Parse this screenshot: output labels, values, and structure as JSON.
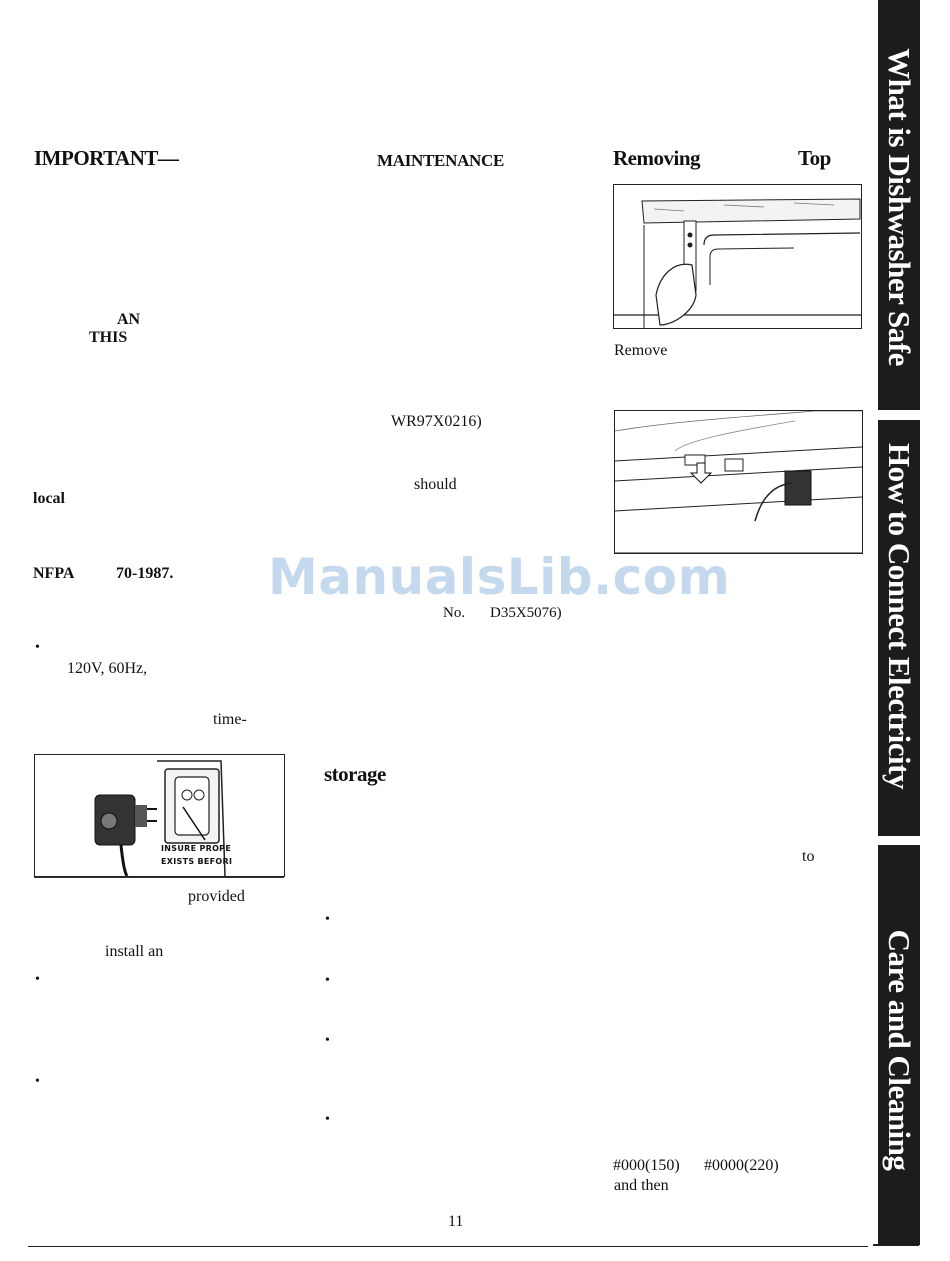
{
  "headings": {
    "important": "IMPORTANT—",
    "maintenance": "MAINTENANCE",
    "removing": "Removing",
    "top": "Top",
    "storage": "storage"
  },
  "fragments": {
    "an": "AN",
    "this": "THIS",
    "local": "local",
    "nfpa": "NFPA",
    "nfpa_code": "70-1987.",
    "voltage": "120V, 60Hz,",
    "time": "time-",
    "provided": "provided",
    "install_an": "install an",
    "part_wr": "WR97X0216)",
    "should": "should",
    "no": "No.",
    "part_d": "D35X5076)",
    "remove": "Remove",
    "to": "to",
    "grit1": "#000(150)",
    "grit2": "#0000(220)",
    "and_then": "and then"
  },
  "figure_labels": {
    "line1": "INSURE PROPE",
    "line2": "EXISTS BEFORI"
  },
  "bullets": {
    "symbol": "•"
  },
  "sidebar": {
    "tabs": [
      {
        "label": "What is Dishwasher Safe"
      },
      {
        "label": "How to Connect Electricity"
      },
      {
        "label": "Care and Cleaning"
      }
    ]
  },
  "page_number": "11",
  "watermark": "ManualsLib.com"
}
